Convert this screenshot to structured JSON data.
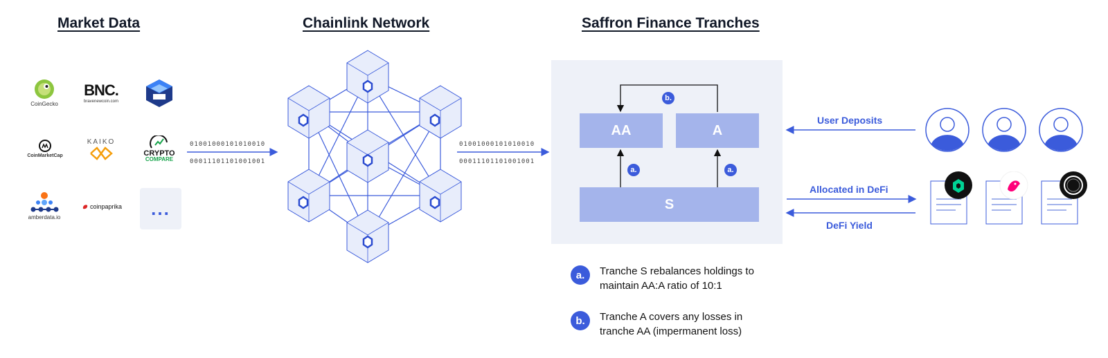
{
  "headings": {
    "market_data": "Market Data",
    "chainlink": "Chainlink Network",
    "saffron": "Saffron Finance Tranches"
  },
  "logos": {
    "coingecko": "CoinGecko",
    "bnc_mark": "BNC.",
    "bnc_sub": "bravenewcoin.com",
    "coinmarketcap": "CoinMarketCap",
    "kaiko": "KAIKO",
    "cryptocompare_1": "CRYPTO",
    "cryptocompare_2": "COMPARE",
    "amberdata": "amberdata.io",
    "coinpaprika": "coinpaprika",
    "more": "..."
  },
  "binary": {
    "left_1": "01001000101010010",
    "left_2": "00011101101001001",
    "right_1": "01001000101010010",
    "right_2": "00011101101001001"
  },
  "tranches": {
    "aa": "AA",
    "a": "A",
    "s": "S",
    "badge_a": "a.",
    "badge_b": "b."
  },
  "flows": {
    "user_deposits": "User Deposits",
    "allocated": "Allocated in DeFi",
    "yield": "DeFi Yield"
  },
  "notes": [
    {
      "badge": "a.",
      "text": "Tranche S rebalances holdings to maintain AA:A ratio of 10:1"
    },
    {
      "badge": "b.",
      "text": "Tranche A covers any losses in tranche AA (impermanent loss)"
    }
  ],
  "colors": {
    "accent": "#3b5bdb",
    "tranche_box": "#a4b4eb",
    "panel": "#eef1f8",
    "node_fill": "#e8edfb",
    "node_stroke": "#3b5bdb"
  }
}
